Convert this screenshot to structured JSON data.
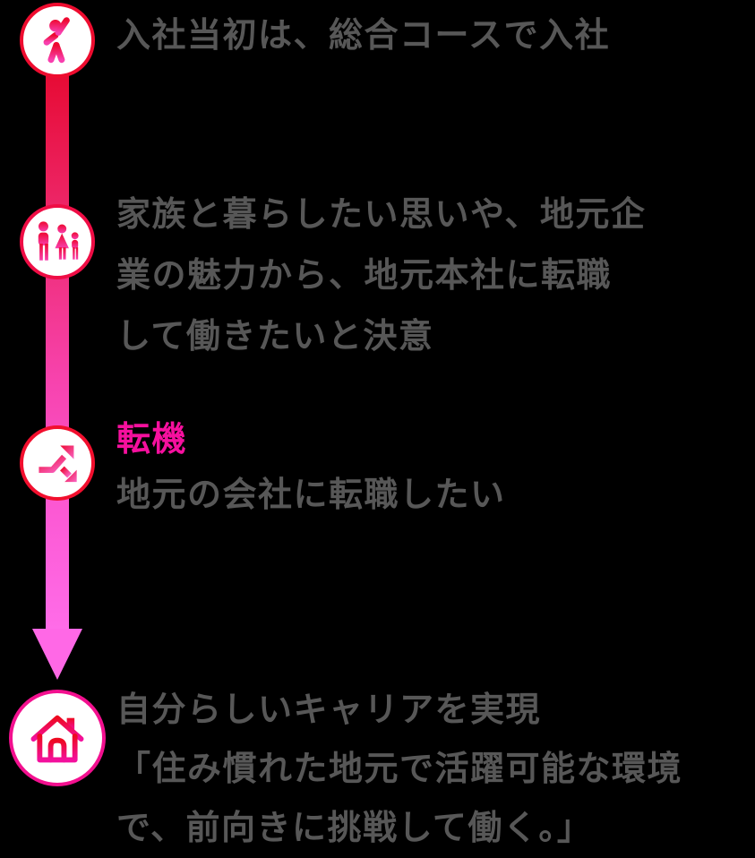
{
  "colors": {
    "background": "#000000",
    "body_text": "#575757",
    "accent_pink": "#f6109e",
    "accent_red": "#ee0c2f",
    "arrow_gradient_top": "#e50427",
    "arrow_gradient_bottom": "#ff6ce8"
  },
  "timeline": {
    "steps": [
      {
        "name": "joined-company",
        "icon": "person-raising-hand-icon",
        "lines": [
          "入社当初は、総合コースで入社"
        ]
      },
      {
        "name": "family-thoughts",
        "icon": "family-icon",
        "lines": [
          "家族と暮らしたい思いや、地元企",
          "業の魅力から、地元本社に転職",
          "して働きたいと決意"
        ]
      },
      {
        "name": "turning-point",
        "icon": "career-change-arrows-icon",
        "heading": "転機",
        "lines": [
          "地元の会社に転職したい"
        ]
      },
      {
        "name": "career-realized",
        "icon": "house-icon",
        "lines": [
          "自分らしいキャリアを実現",
          "「住み慣れた地元で活躍可能な環境",
          "で、前向きに挑戦して働く。」"
        ]
      }
    ]
  }
}
